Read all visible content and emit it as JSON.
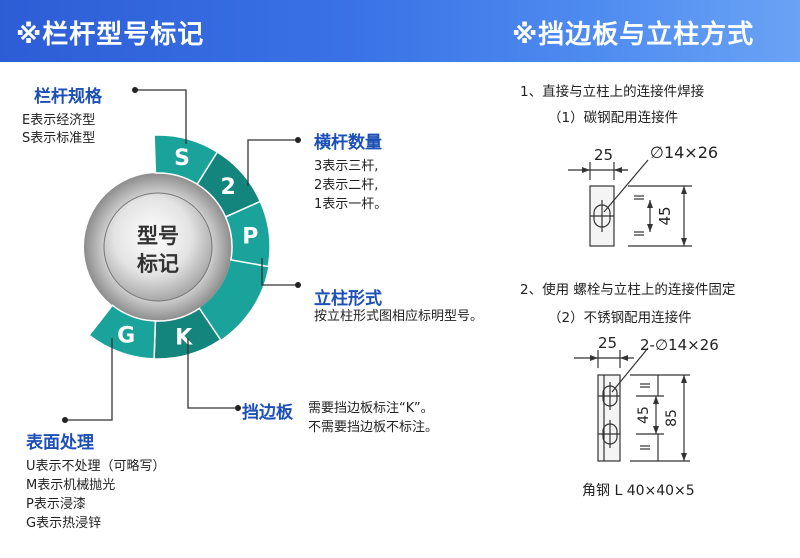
{
  "header": {
    "left_title": "※栏杆型号标记",
    "right_title": "※挡边板与立柱方式"
  },
  "wheel": {
    "center_line1": "型号",
    "center_line2": "标记",
    "segments": [
      "S",
      "2",
      "P",
      "K",
      "G"
    ]
  },
  "left_sections": {
    "railing_spec": {
      "title": "栏杆规格",
      "lines": [
        "E表示经济型",
        "S表示标准型"
      ]
    },
    "rail_count": {
      "title": "横杆数量",
      "lines": [
        "3表示三杆,",
        "2表示二杆,",
        "1表示一杆。"
      ]
    },
    "post_form": {
      "title": "立柱形式",
      "lines": [
        "按立柱形式图相应标明型号。"
      ]
    },
    "skirt_board": {
      "title": "挡边板",
      "lines": [
        "需要挡边板标注“K”。",
        "不需要挡边板不标注。"
      ]
    },
    "surface": {
      "title": "表面处理",
      "lines": [
        "U表示不处理（可略写）",
        "M表示机械抛光",
        "P表示浸漆",
        "G表示热浸锌"
      ]
    }
  },
  "right_panel": {
    "item1_title": "1、直接与立柱上的连接件焊接",
    "item1_sub": "（1）碳钢配用连接件",
    "item2_title": "2、使用 螺栓与立柱上的连接件固定",
    "item2_sub": "（2）不锈钢配用连接件",
    "d1": {
      "width": "25",
      "hole": "∅14×26",
      "height": "45"
    },
    "d2": {
      "width": "25",
      "hole": "2-∅14×26",
      "h1": "45",
      "h2": "85",
      "caption": "角钢 L 40×40×5"
    }
  },
  "colors": {
    "header": "#3a73e6",
    "title_blue": "#1c4fb8",
    "teal": "#1aa39a",
    "teal_dark": "#13857c",
    "lines": "#333333"
  }
}
